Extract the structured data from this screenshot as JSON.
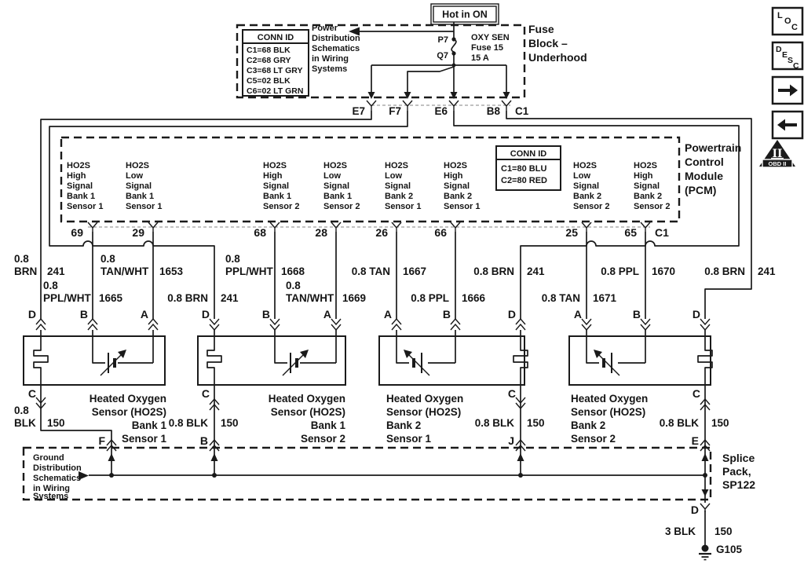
{
  "colors": {
    "line": "#1a1a1a",
    "background": "#ffffff"
  },
  "power": {
    "hot_in_on": "Hot in ON",
    "note_lines": [
      "Power",
      "Distribution",
      "Schematics",
      "in Wiring",
      "Systems"
    ],
    "conn_id": {
      "title": "CONN ID",
      "rows": [
        "C1=68 BLK",
        "C2=68 GRY",
        "C3=68 LT GRY",
        "C5=02 BLK",
        "C6=02 LT GRN"
      ]
    },
    "fuse": {
      "top_pin": "P7",
      "bottom_pin": "Q7",
      "name_lines": [
        "OXY SEN",
        "Fuse 15",
        "15 A"
      ]
    },
    "block_label_lines": [
      "Fuse",
      "Block –",
      "Underhood"
    ],
    "connectors": [
      "E7",
      "F7",
      "E6",
      "B8"
    ],
    "connector_id": "C1"
  },
  "pcm": {
    "label_lines": [
      "Powertrain",
      "Control",
      "Module",
      "(PCM)"
    ],
    "conn_id": {
      "title": "CONN ID",
      "rows": [
        "C1=80 BLU",
        "C2=80 RED"
      ]
    },
    "connector_id": "C1",
    "pins": [
      {
        "number": "69",
        "lines": [
          "HO2S",
          "High",
          "Signal",
          "Bank 1",
          "Sensor 1"
        ]
      },
      {
        "number": "29",
        "lines": [
          "HO2S",
          "Low",
          "Signal",
          "Bank 1",
          "Sensor 1"
        ]
      },
      {
        "number": "68",
        "lines": [
          "HO2S",
          "High",
          "Signal",
          "Bank 1",
          "Sensor 2"
        ]
      },
      {
        "number": "28",
        "lines": [
          "HO2S",
          "Low",
          "Signal",
          "Bank 1",
          "Sensor 2"
        ]
      },
      {
        "number": "26",
        "lines": [
          "HO2S",
          "Low",
          "Signal",
          "Bank 2",
          "Sensor 1"
        ]
      },
      {
        "number": "66",
        "lines": [
          "HO2S",
          "High",
          "Signal",
          "Bank 2",
          "Sensor 1"
        ]
      },
      {
        "number": "25",
        "lines": [
          "HO2S",
          "Low",
          "Signal",
          "Bank 2",
          "Sensor 2"
        ]
      },
      {
        "number": "65",
        "lines": [
          "HO2S",
          "High",
          "Signal",
          "Bank 2",
          "Sensor 2"
        ]
      }
    ]
  },
  "wire_labels": {
    "e7": {
      "l1": "0.8",
      "l2": "BRN",
      "ckt": "241"
    },
    "p69": {
      "l1": "0.8",
      "l2": "PPL/WHT",
      "ckt": "1665"
    },
    "p29": {
      "l1": "0.8",
      "l2": "TAN/WHT",
      "ckt": "1653"
    },
    "f7": {
      "l1": "0.8 BRN",
      "ckt": "241"
    },
    "p68": {
      "l1": "0.8",
      "l2": "PPL/WHT",
      "ckt": "1668"
    },
    "p28": {
      "l1": "0.8",
      "l2": "TAN/WHT",
      "ckt": "1669"
    },
    "e6": {
      "l1": "0.8 BRN",
      "ckt": "241"
    },
    "p26": {
      "l1": "0.8 TAN",
      "ckt": "1667"
    },
    "p66": {
      "l1": "0.8 PPL",
      "ckt": "1666"
    },
    "b8": {
      "l1": "0.8 BRN",
      "ckt": "241"
    },
    "p25": {
      "l1": "0.8 TAN",
      "ckt": "1671"
    },
    "p65": {
      "l1": "0.8 PPL",
      "ckt": "1670"
    }
  },
  "sensors": [
    {
      "t1": "D",
      "t2": "B",
      "t3": "A",
      "tc": "C",
      "splice_pin": "F",
      "name_lines": [
        "Heated Oxygen",
        "Sensor (HO2S)",
        "Bank 1",
        "Sensor 1"
      ],
      "g1": "0.8",
      "g2": "BLK",
      "gckt": "150"
    },
    {
      "t1": "D",
      "t2": "B",
      "t3": "A",
      "tc": "C",
      "splice_pin": "B",
      "name_lines": [
        "Heated Oxygen",
        "Sensor (HO2S)",
        "Bank 1",
        "Sensor 2"
      ],
      "g1": "0.8 BLK",
      "gckt": "150"
    },
    {
      "t1": "A",
      "t2": "B",
      "t3": "D",
      "tc": "C",
      "splice_pin": "J",
      "name_lines": [
        "Heated Oxygen",
        "Sensor (HO2S)",
        "Bank 2",
        "Sensor 1"
      ],
      "g1": "0.8 BLK",
      "gckt": "150"
    },
    {
      "t1": "A",
      "t2": "B",
      "t3": "D",
      "tc": "C",
      "splice_pin": "E",
      "name_lines": [
        "Heated Oxygen",
        "Sensor (HO2S)",
        "Bank 2",
        "Sensor 2"
      ],
      "g1": "0.8 BLK",
      "gckt": "150"
    }
  ],
  "splice": {
    "note_lines": [
      "Ground",
      "Distribution",
      "Schematics",
      "in Wiring",
      "Systems"
    ],
    "label_lines": [
      "Splice",
      "Pack,",
      "SP122"
    ],
    "bottom_pin": "D",
    "ground_wire": {
      "label": "3 BLK",
      "ckt": "150"
    },
    "ground_ref": "G105"
  },
  "side_icons": {
    "loc": [
      "L",
      "O",
      "C"
    ],
    "desc": [
      "D",
      "E",
      "S",
      "C"
    ],
    "obd": {
      "numeral": "II",
      "label": "OBD II"
    }
  }
}
